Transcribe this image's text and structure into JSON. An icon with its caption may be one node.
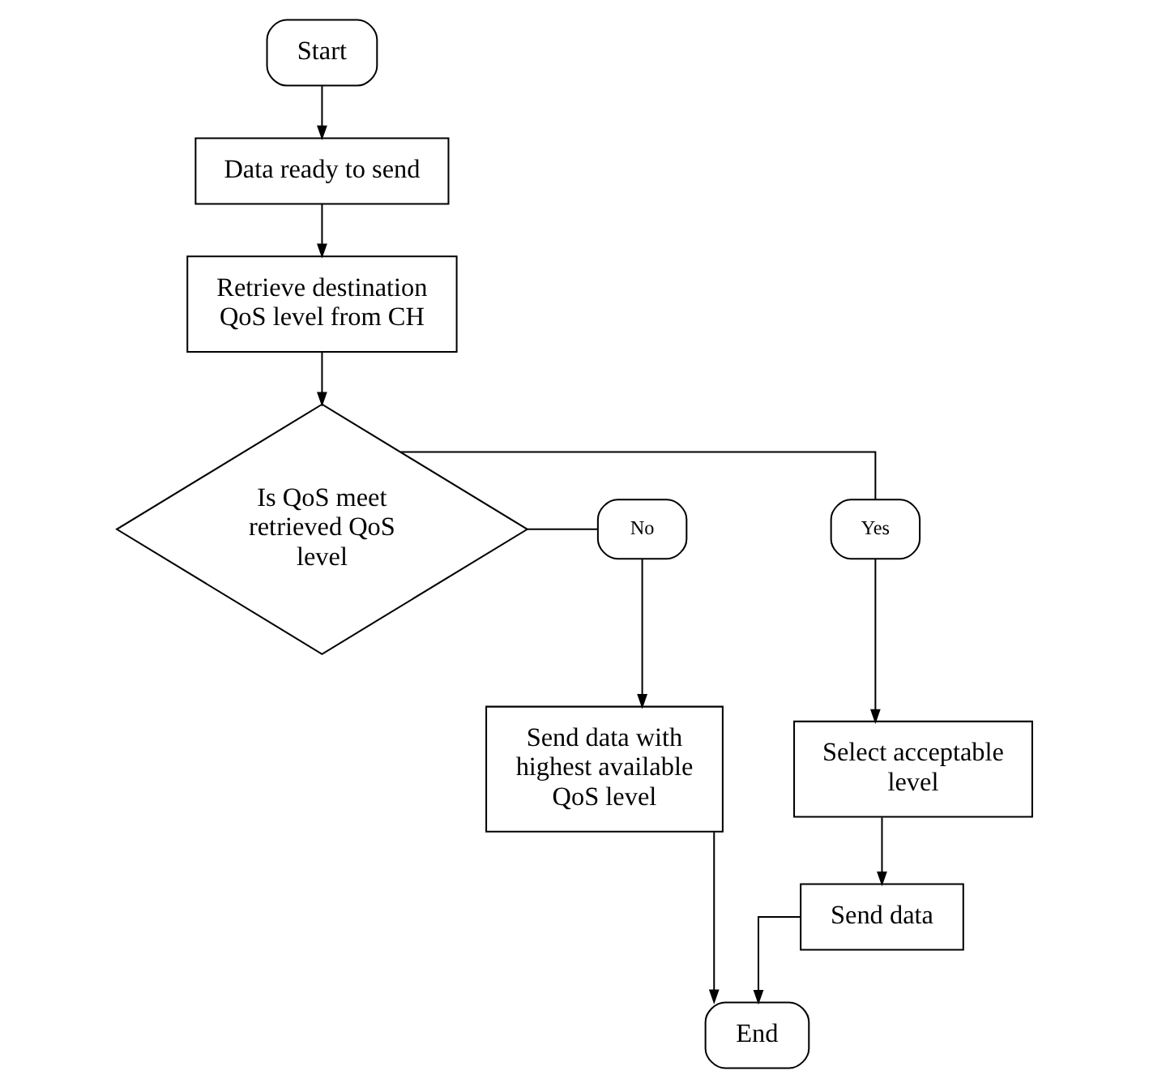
{
  "diagram": {
    "nodes": [
      {
        "text": [
          "Start"
        ]
      },
      {
        "text": [
          "Data ready to send"
        ]
      },
      {
        "text": [
          "Retrieve destination QoS level from CH"
        ]
      },
      {
        "text": [
          "Is QoS meet retrieved QoS level"
        ]
      },
      {
        "text": [
          "Yes"
        ]
      },
      {
        "text": [
          "No"
        ]
      },
      {
        "text": [
          "Select acceptable level"
        ]
      },
      {
        "text": [
          "Send data"
        ]
      },
      {
        "text": [
          "Send data with highest available QoS level"
        ]
      },
      {
        "text": [
          "End"
        ]
      }
    ],
    "edges": [
      {
        "from": 0,
        "to": 1,
        "arrow": "to"
      },
      {
        "from": 1,
        "to": 2,
        "arrow": "to"
      },
      {
        "from": 2,
        "to": 3,
        "arrow": "to"
      },
      {
        "from": 3,
        "to": 4,
        "arrow": "none"
      },
      {
        "from": 3,
        "to": 5,
        "arrow": "none"
      },
      {
        "from": 4,
        "to": 6,
        "arrow": "to"
      },
      {
        "from": 5,
        "to": 8,
        "arrow": "to"
      },
      {
        "from": 6,
        "to": 7,
        "arrow": "to"
      },
      {
        "from": 7,
        "to": 9,
        "arrow": "to"
      },
      {
        "from": 8,
        "to": 9,
        "arrow": "to"
      }
    ]
  }
}
